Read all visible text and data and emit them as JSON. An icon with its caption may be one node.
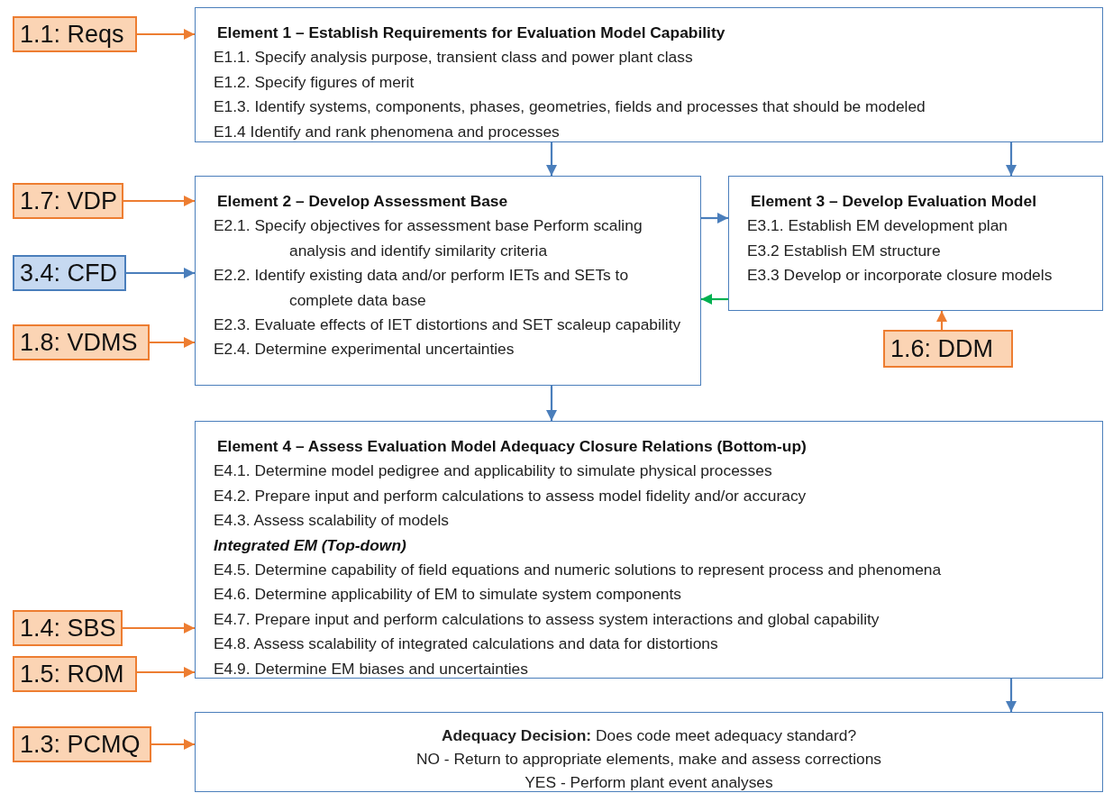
{
  "diagram": {
    "nodes": [
      {
        "text": [
          "1.1: Reqs"
        ]
      },
      {
        "text": [
          "Element 1 – Establish Requirements for Evaluation Model Capability",
          "E1.1. Specify analysis purpose, transient class and power plant class",
          "E1.2. Specify figures of merit",
          "E1.3. Identify systems, components, phases, geometries, fields and processes that should be modeled",
          "E1.4 Identify and rank phenomena and processes"
        ]
      },
      {
        "text": [
          "1.7: VDP"
        ]
      },
      {
        "text": [
          "3.4: CFD"
        ]
      },
      {
        "text": [
          "1.8: VDMS"
        ]
      },
      {
        "text": [
          "Element 2 – Develop Assessment Base",
          "E2.1. Specify objectives for assessment base Perform scaling analysis and identify similarity criteria",
          "E2.2. Identify existing data and/or perform IETs and SETs to complete data base",
          "E2.3. Evaluate effects of IET distortions and SET scaleup capability",
          "E2.4. Determine experimental uncertainties"
        ]
      },
      {
        "text": [
          "Element 3 – Develop Evaluation Model",
          "E3.1. Establish EM development plan",
          "E3.2 Establish EM structure",
          "E3.3 Develop or incorporate closure models"
        ]
      },
      {
        "text": [
          "1.6: DDM"
        ]
      },
      {
        "text": [
          "1.4: SBS"
        ]
      },
      {
        "text": [
          "1.5: ROM"
        ]
      },
      {
        "text": [
          "Element 4 – Assess Evaluation Model Adequacy Closure Relations (Bottom-up)",
          "E4.1. Determine model pedigree and applicability to simulate physical processes",
          "E4.2. Prepare input and perform calculations to assess model fidelity and/or accuracy",
          "E4.3. Assess scalability of models",
          "Integrated EM (Top-down)",
          "E4.5. Determine capability of field equations and numeric solutions to represent process and phenomena",
          "E4.6. Determine applicability of EM to simulate system components",
          "E4.7. Prepare input and perform calculations to assess system interactions and global capability",
          "E4.8. Assess scalability of integrated calculations and data for distortions",
          "E4.9. Determine EM biases and uncertainties"
        ]
      },
      {
        "text": [
          "1.3: PCMQ"
        ]
      },
      {
        "text": [
          "**Adequacy Decision:** Does code meet adequacy standard?",
          "NO - Return to appropriate elements, make and assess corrections",
          "YES - Perform plant event analyses"
        ]
      }
    ],
    "edges": [
      {
        "from": 0,
        "to": 1,
        "arrow": "to"
      },
      {
        "from": 1,
        "to": 5,
        "arrow": "to",
        "color": "#4a7ebb"
      },
      {
        "from": 1,
        "to": 6,
        "arrow": "to",
        "color": "#4a7ebb"
      },
      {
        "from": 2,
        "to": 5,
        "arrow": "to"
      },
      {
        "from": 3,
        "to": 5,
        "arrow": "to",
        "color": "#4a7ebb"
      },
      {
        "from": 5,
        "to": 6,
        "arrow": "to",
        "color": "#4a7ebb"
      },
      {
        "from": 6,
        "to": 5,
        "arrow": "to",
        "color": "#00b050"
      },
      {
        "from": 4,
        "to": 5,
        "arrow": "to"
      },
      {
        "from": 7,
        "to": 6,
        "arrow": "to"
      },
      {
        "from": 5,
        "to": 10,
        "arrow": "to",
        "color": "#4a7ebb"
      },
      {
        "from": 8,
        "to": 10,
        "arrow": "to"
      },
      {
        "from": 9,
        "to": 10,
        "arrow": "to"
      },
      {
        "from": 11,
        "to": 12,
        "arrow": "to"
      },
      {
        "from": 10,
        "to": 12,
        "arrow": "to",
        "color": "#4a7ebb"
      }
    ]
  }
}
